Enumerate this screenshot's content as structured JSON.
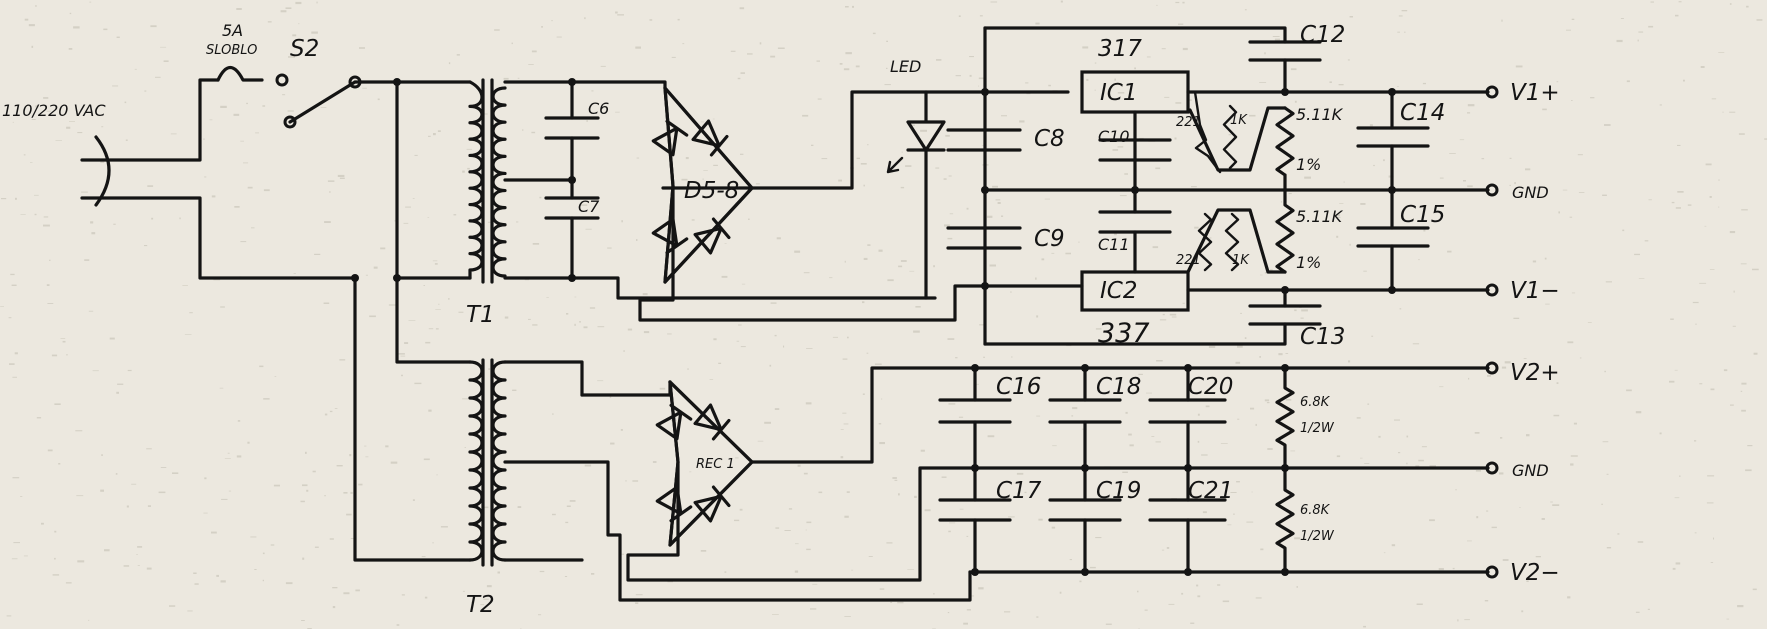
{
  "labels": {
    "input": "110/220 VAC",
    "fuse_rating": "5A",
    "fuse_type": "SLOBLO",
    "switch": "S2",
    "t1": "T1",
    "t2": "T2",
    "c6": "C6",
    "c7": "C7",
    "bridge1": "D5-8",
    "led": "LED",
    "c8": "C8",
    "c9": "C9",
    "reg_pos_part": "317",
    "ic1": "IC1",
    "ic2": "IC2",
    "reg_neg_part": "337",
    "c10": "C10",
    "c11": "C11",
    "c12": "C12",
    "c13": "C13",
    "r221_top": "221",
    "r1k_top": "1K",
    "r221_bot": "221",
    "r1k_bot": "1K",
    "r511_top": "5.11K",
    "r511_top_tol": "1%",
    "r511_bot": "5.11K",
    "r511_bot_tol": "1%",
    "c14": "C14",
    "c15": "C15",
    "v1p": "V1+",
    "gnd1": "GND",
    "v1m": "V1−",
    "bridge2": "REC 1",
    "c16": "C16",
    "c17": "C17",
    "c18": "C18",
    "c19": "C19",
    "c20": "C20",
    "c21": "C21",
    "r68k_top": "6.8K",
    "r68k_top_w": "1/2W",
    "r68k_bot": "6.8K",
    "r68k_bot_w": "1/2W",
    "v2p": "V2+",
    "gnd2": "GND",
    "v2m": "V2−"
  }
}
